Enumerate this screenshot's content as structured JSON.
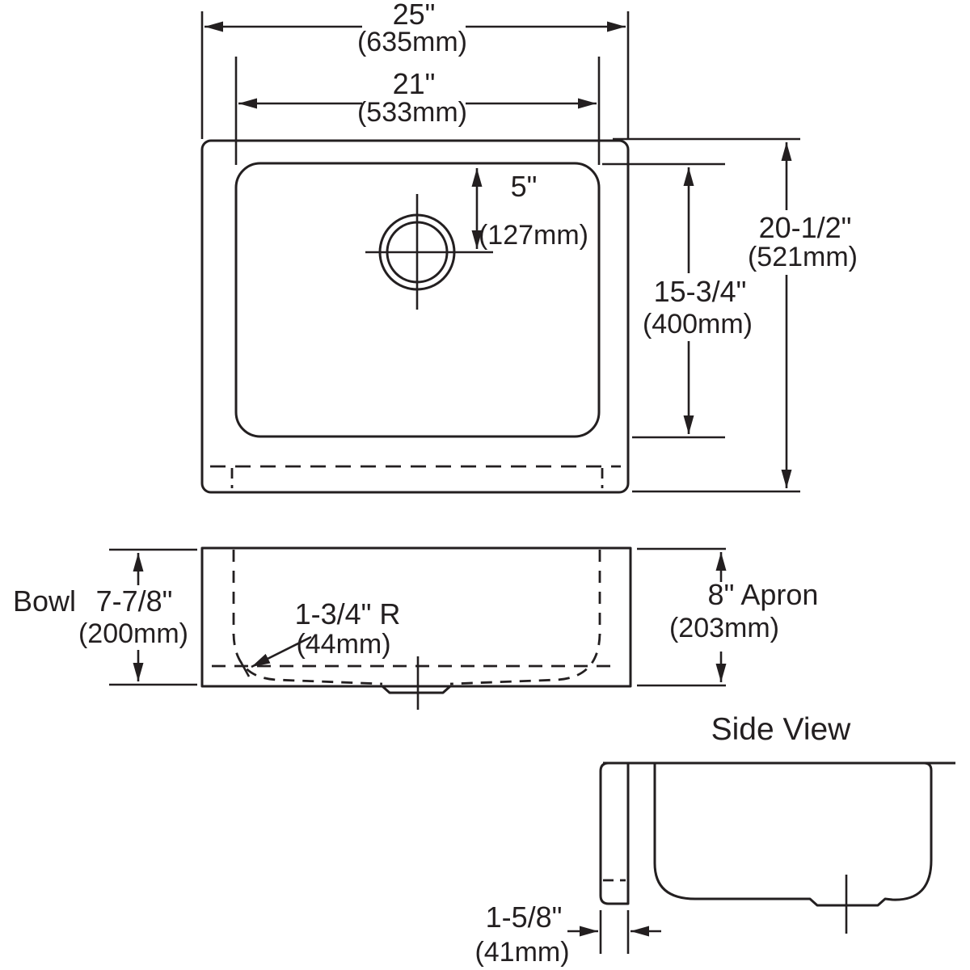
{
  "figure": {
    "subject": "apron-front single-bowl sink dimension drawing",
    "line_color": "#231f20",
    "background": "#ffffff",
    "top_view": {
      "overall_width": {
        "in": "25\"",
        "mm": "(635mm)"
      },
      "bowl_width": {
        "in": "21\"",
        "mm": "(533mm)"
      },
      "drain_offset": {
        "in": "5\"",
        "mm": "(127mm)"
      },
      "bowl_front_back": {
        "in": "15-3/4\"",
        "mm": "(400mm)"
      },
      "overall_front_back": {
        "in": "20-1/2\"",
        "mm": "(521mm)"
      }
    },
    "front_view": {
      "bowl_word": "Bowl",
      "bowl_depth": {
        "in": "7-7/8\"",
        "mm": "(200mm)"
      },
      "corner_radius": {
        "in": "1-3/4\" R",
        "mm": "(44mm)"
      },
      "apron_height": {
        "in": "8\" Apron",
        "mm": "(203mm)"
      }
    },
    "side_view": {
      "title": "Side View",
      "apron_thickness": {
        "in": "1-5/8\"",
        "mm": "(41mm)"
      }
    }
  }
}
